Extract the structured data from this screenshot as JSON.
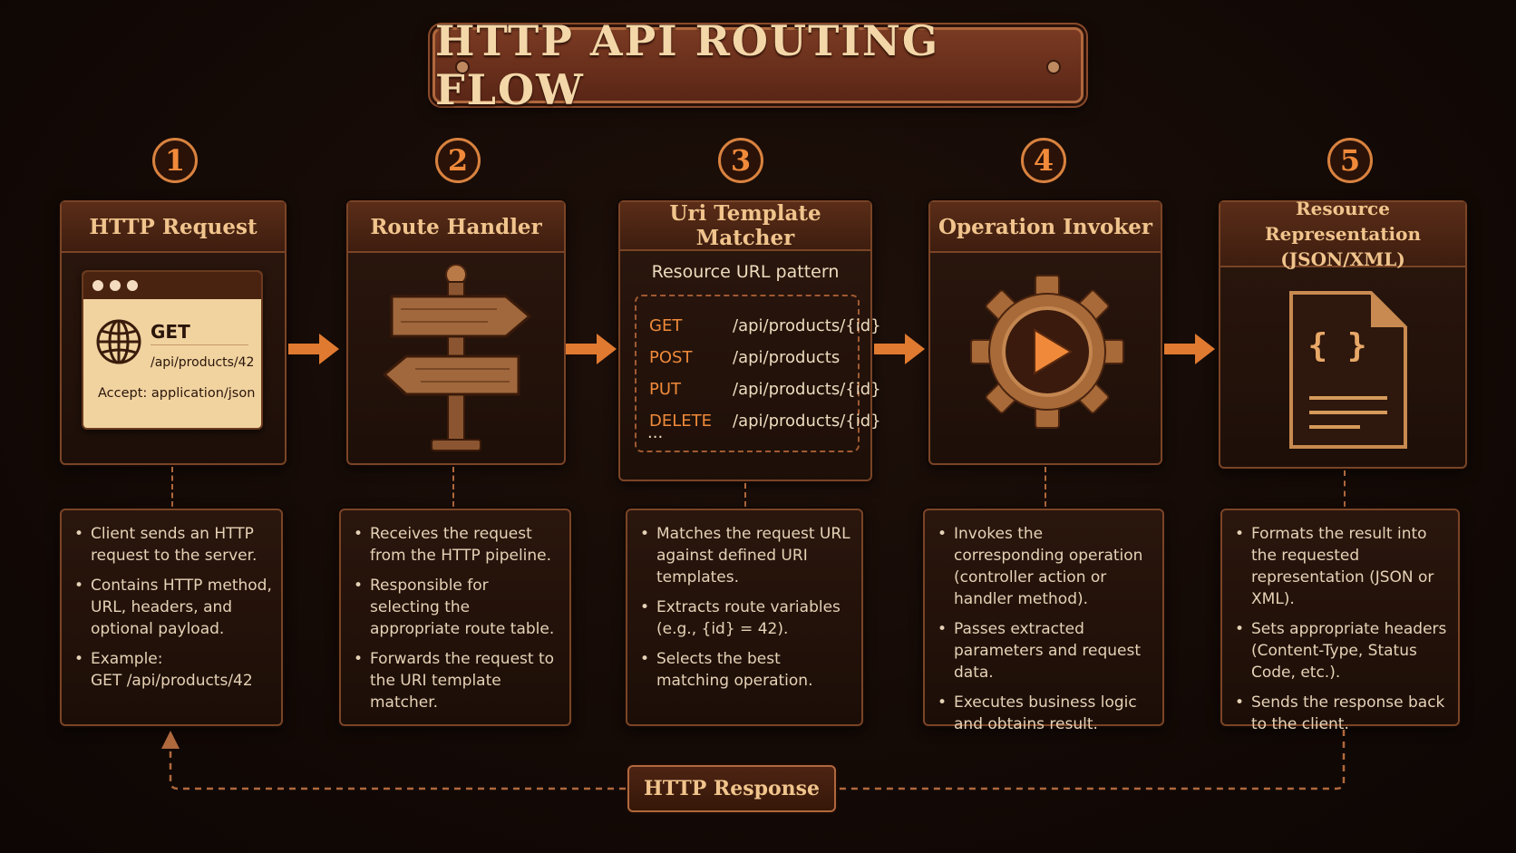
{
  "title": "HTTP API ROUTING FLOW",
  "colors": {
    "accent": "#f08a3a",
    "border": "#7a4426",
    "background": "#140a06",
    "text": "#e6d2b6"
  },
  "steps": [
    {
      "number": "1",
      "header": "HTTP Request",
      "icon": "browser-window-icon",
      "request": {
        "method": "GET",
        "path": "/api/products/42",
        "accept": "Accept:  application/json"
      },
      "bullets": [
        "Client sends an HTTP request to the server.",
        "Contains HTTP method, URL, headers, and optional payload.",
        "Example:\nGET /api/products/42"
      ]
    },
    {
      "number": "2",
      "header": "Route Handler",
      "icon": "signpost-icon",
      "bullets": [
        "Receives the request from the HTTP pipeline.",
        "Responsible for selecting the appropriate route table.",
        "Forwards the request to the URI template matcher."
      ]
    },
    {
      "number": "3",
      "header": "Uri Template Matcher",
      "pattern_title": "Resource URL pattern",
      "templates": [
        {
          "method": "GET",
          "path": "/api/products/{id}"
        },
        {
          "method": "POST",
          "path": "/api/products"
        },
        {
          "method": "PUT",
          "path": "/api/products/{id}"
        },
        {
          "method": "DELETE",
          "path": "/api/products/{id}"
        }
      ],
      "ellipsis": "...",
      "bullets": [
        "Matches the request URL against defined URI templates.",
        "Extracts route variables (e.g., {id} = 42).",
        "Selects the best matching operation."
      ]
    },
    {
      "number": "4",
      "header": "Operation Invoker",
      "icon": "gear-play-icon",
      "bullets": [
        "Invokes the corresponding operation (controller action or handler method).",
        "Passes extracted parameters and request data.",
        "Executes business logic and obtains result."
      ]
    },
    {
      "number": "5",
      "header": "Resource Representation\n(JSON/XML)",
      "icon": "json-document-icon",
      "doc_braces": "{ }",
      "bullets": [
        "Formats the result into the requested representation (JSON or XML).",
        "Sets appropriate headers (Content-Type, Status Code, etc.).",
        "Sends the response back to the client."
      ]
    }
  ],
  "response_label": "HTTP Response"
}
